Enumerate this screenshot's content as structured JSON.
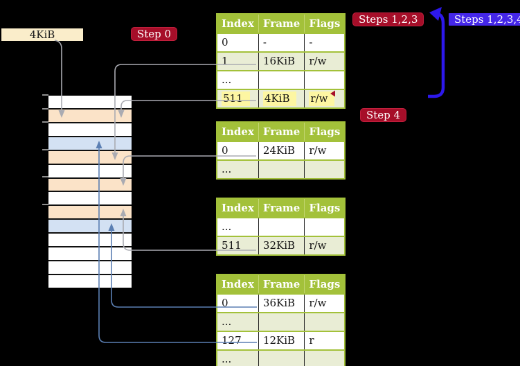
{
  "palette": {
    "background": "#000000",
    "table_header_green": "#a3c13a",
    "table_row_green": "#e9edd5",
    "highlight_yellow": "#fdf6a2",
    "frame_box_cream": "#faedca",
    "memory_orange": "#fbe3c8",
    "memory_blue": "#d3e1f3",
    "badge_red": "#a60e29",
    "badge_blue": "#4527e9",
    "connector_gray": "#aaabb2",
    "connector_steelblue": "#5b7fb3",
    "big_arrow_blue": "#2d18ec"
  },
  "frame_label": "4KiB",
  "badges": {
    "step0": "Step 0",
    "steps123": "Steps 1,2,3",
    "steps1234": "Steps 1,2,3,4",
    "step4": "Step 4"
  },
  "memory": {
    "rows": [
      {
        "color": "white"
      },
      {
        "color": "orange"
      },
      {
        "color": "white"
      },
      {
        "color": "blue"
      },
      {
        "color": "orange"
      },
      {
        "color": "white"
      },
      {
        "color": "orange"
      },
      {
        "color": "white"
      },
      {
        "color": "orange"
      },
      {
        "color": "blue"
      },
      {
        "color": "white"
      },
      {
        "color": "white"
      },
      {
        "color": "white"
      },
      {
        "color": "white"
      }
    ],
    "tick_count": 6
  },
  "tables": [
    {
      "headers": [
        "Index",
        "Frame",
        "Flags"
      ],
      "rows": [
        [
          "0",
          "-",
          "-"
        ],
        [
          "1",
          "16KiB",
          "r/w"
        ],
        [
          "...",
          "",
          ""
        ],
        [
          "511",
          "4KiB",
          "r/w"
        ]
      ]
    },
    {
      "headers": [
        "Index",
        "Frame",
        "Flags"
      ],
      "rows": [
        [
          "0",
          "24KiB",
          "r/w"
        ],
        [
          "...",
          "",
          ""
        ]
      ]
    },
    {
      "headers": [
        "Index",
        "Frame",
        "Flags"
      ],
      "rows": [
        [
          "...",
          "",
          ""
        ],
        [
          "511",
          "32KiB",
          "r/w"
        ]
      ]
    },
    {
      "headers": [
        "Index",
        "Frame",
        "Flags"
      ],
      "rows": [
        [
          "0",
          "36KiB",
          "r/w"
        ],
        [
          "...",
          "",
          ""
        ],
        [
          "127",
          "12KiB",
          "r"
        ],
        [
          "...",
          "",
          ""
        ]
      ]
    }
  ]
}
